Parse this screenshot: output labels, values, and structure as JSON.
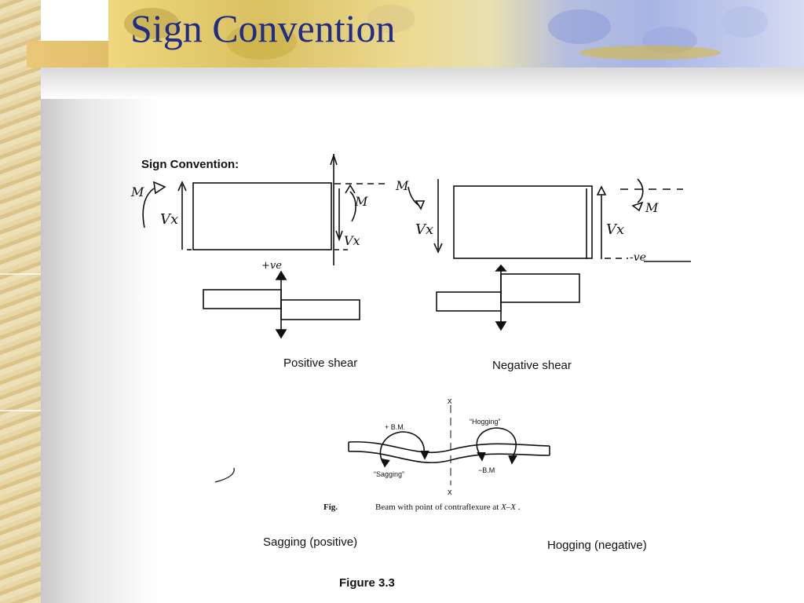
{
  "slide": {
    "title": "Sign Convention"
  },
  "figure": {
    "heading": "Sign Convention:",
    "hand_labels": {
      "m": "M",
      "vx": "Vx",
      "plus_ve": "+ve",
      "minus_ve": "-ve"
    },
    "positive_shear_label": "Positive shear",
    "negative_shear_label": "Negative shear",
    "contraflexure": {
      "x_mark": "x",
      "plus_bm": "+ B.M.",
      "minus_bm": "−B.M",
      "hogging": "“Hogging”",
      "sagging": "“Sagging”",
      "caption_prefix": "Fig.",
      "caption_text": "Beam with point of contraflexure at ",
      "caption_italic": "X–X",
      "caption_end": "."
    },
    "sagging_label": "Sagging (positive)",
    "hogging_label": "Hogging (negative)",
    "figure_number": "Figure 3.3"
  }
}
